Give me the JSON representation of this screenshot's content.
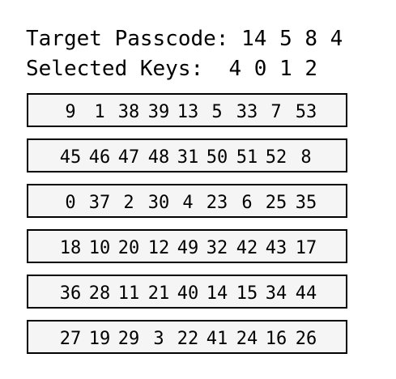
{
  "target": {
    "label": "Target Passcode:",
    "digits": "14 5 8 4"
  },
  "selected": {
    "label": "Selected Keys:",
    "digits": "4 0 1 2"
  },
  "keypad": {
    "rows": [
      [
        "9",
        "1",
        "38",
        "39",
        "13",
        "5",
        "33",
        "7",
        "53"
      ],
      [
        "45",
        "46",
        "47",
        "48",
        "31",
        "50",
        "51",
        "52",
        "8"
      ],
      [
        "0",
        "37",
        "2",
        "30",
        "4",
        "23",
        "6",
        "25",
        "35"
      ],
      [
        "18",
        "10",
        "20",
        "12",
        "49",
        "32",
        "42",
        "43",
        "17"
      ],
      [
        "36",
        "28",
        "11",
        "21",
        "40",
        "14",
        "15",
        "34",
        "44"
      ],
      [
        "27",
        "19",
        "29",
        "3",
        "22",
        "41",
        "24",
        "16",
        "26"
      ]
    ]
  }
}
